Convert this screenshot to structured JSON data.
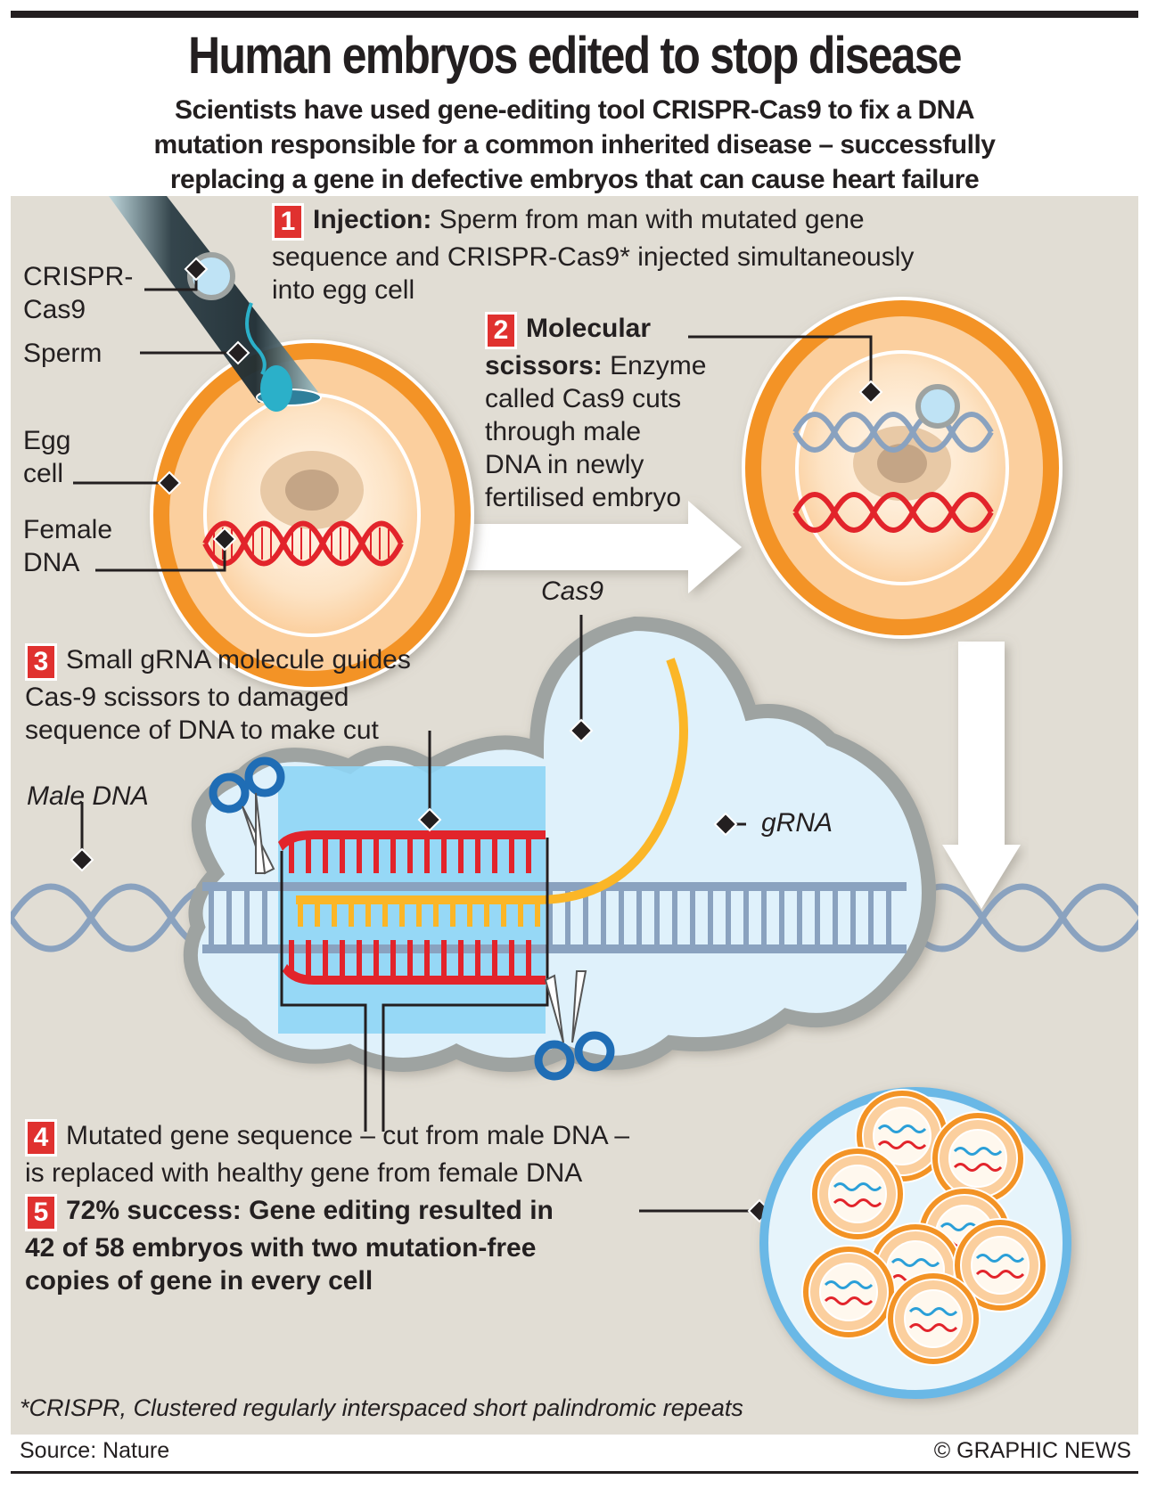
{
  "header": {
    "title": "Human embryos edited to stop disease",
    "subtitle_lines": [
      "Scientists have used gene-editing tool CRISPR-Cas9 to fix a DNA",
      "mutation responsible for a common inherited disease – successfully",
      "replacing a gene in defective embryos that can cause heart failure"
    ]
  },
  "labels": {
    "crispr_line1": "CRISPR-",
    "crispr_line2": "Cas9",
    "sperm": "Sperm",
    "egg_line1": "Egg",
    "egg_line2": "cell",
    "female_line1": "Female",
    "female_line2": "DNA",
    "cas9": "Cas9",
    "male_dna": "Male DNA",
    "grna": "gRNA"
  },
  "steps": [
    {
      "number": "1",
      "bold": "Injection:",
      "lines": [
        "Sperm from man with mutated gene",
        "sequence and CRISPR-Cas9* injected simultaneously",
        "into egg cell"
      ]
    },
    {
      "number": "2",
      "bold_line1": "Molecular",
      "bold_line2": "scissors:",
      "rest_line2": "Enzyme",
      "lines": [
        "called Cas9 cuts",
        "through male",
        "DNA in newly",
        "fertilised embryo"
      ]
    },
    {
      "number": "3",
      "lines": [
        "Small gRNA molecule guides",
        "Cas-9 scissors to damaged",
        "sequence of DNA to make cut"
      ]
    },
    {
      "number": "4",
      "lines": [
        "Mutated gene sequence – cut from male DNA –",
        "is replaced with healthy gene from female DNA"
      ]
    },
    {
      "number": "5",
      "lines": [
        "72% success: Gene editing resulted in",
        "42 of 58 embryos with two mutation-free",
        "copies of gene in every cell"
      ]
    }
  ],
  "result": {
    "success_percent": 72,
    "successful_embryos": 42,
    "total_embryos": 58
  },
  "footnote": "*CRISPR, Clustered regularly interspaced short palindromic repeats",
  "footer": {
    "source": "Source: Nature",
    "credit": "© GRAPHIC NEWS"
  },
  "colors": {
    "panel": "#e1ddd4",
    "step_badge": "#e0312f",
    "egg_orange": "#f39325",
    "egg_inner": "#fbcf9e",
    "female_dna": "#e2242b",
    "male_dna": "#8aa2bf",
    "grna": "#fbb627",
    "cas9_fill": "#dff1fb",
    "cas9_border": "#9ea3a1",
    "scissors": "#1f6db5"
  }
}
